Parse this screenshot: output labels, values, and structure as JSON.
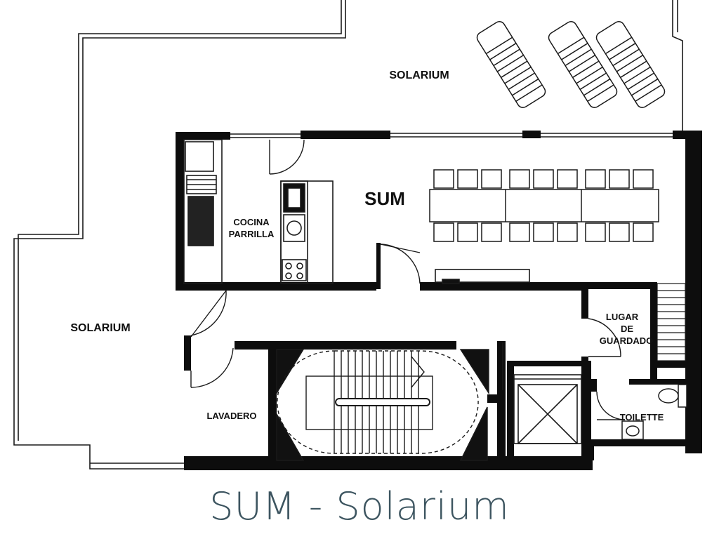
{
  "colors": {
    "wall": "#0d0d0d",
    "line": "#1a1a1a",
    "caption": "#3d5560",
    "paper": "#ffffff"
  },
  "rooms": {
    "solarium_top": "SOLARIUM",
    "solarium_left": "SOLARIUM",
    "sum": "SUM",
    "cocina_line1": "COCINA",
    "cocina_line2": "PARRILLA",
    "lugar_line1": "LUGAR",
    "lugar_line2": "DE",
    "lugar_line3": "GUARDADO",
    "lavadero": "LAVADERO",
    "toilette": "TOILETTE"
  },
  "caption": "SUM - Solarium"
}
